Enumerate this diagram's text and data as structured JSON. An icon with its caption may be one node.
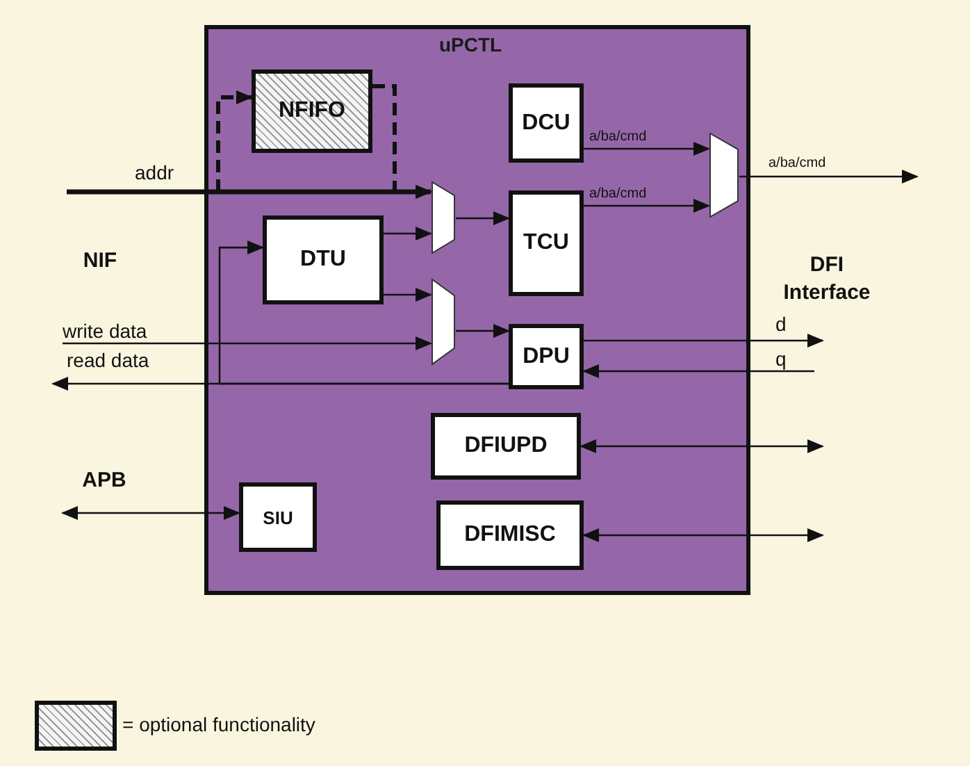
{
  "diagram": {
    "nodes": [
      {
        "text": [
          "uPCTL"
        ]
      },
      {
        "text": [
          "NFIFO"
        ],
        "in": 0
      },
      {
        "text": [
          "DCU"
        ],
        "in": 0
      },
      {
        "text": [
          "TCU"
        ],
        "in": 0
      },
      {
        "text": [],
        "shape": "trapezoid",
        "in": 0
      },
      {
        "text": [
          "DTU"
        ],
        "in": 0
      },
      {
        "text": [],
        "shape": "trapezoid",
        "in": 0
      },
      {
        "text": [
          "DPU"
        ],
        "in": 0
      },
      {
        "text": [],
        "shape": "trapezoid",
        "in": 0
      },
      {
        "text": [
          "DFIUPD"
        ],
        "in": 0
      },
      {
        "text": [
          "DFIMISC"
        ],
        "in": 0
      },
      {
        "text": [
          "SIU"
        ],
        "in": 0
      }
    ],
    "edges": [
      {
        "from": null,
        "to": 4,
        "arrow": "to",
        "label": "addr",
        "style": "thick"
      },
      {
        "from": null,
        "to": 1,
        "arrow": "to",
        "style": "dashed"
      },
      {
        "from": 1,
        "to": 4,
        "arrow": "to",
        "style": "dashed"
      },
      {
        "from": 5,
        "to": 4,
        "arrow": "to"
      },
      {
        "from": 5,
        "to": 6,
        "arrow": "to"
      },
      {
        "from": null,
        "to": 6,
        "arrow": "to",
        "label": "write data"
      },
      {
        "from": 4,
        "to": 3,
        "arrow": "to"
      },
      {
        "from": 6,
        "to": 7,
        "arrow": "to"
      },
      {
        "from": 2,
        "to": 8,
        "arrow": "to",
        "label": "a/ba/cmd"
      },
      {
        "from": 3,
        "to": 8,
        "arrow": "to",
        "label": "a/ba/cmd"
      },
      {
        "from": 8,
        "to": null,
        "arrow": "to",
        "label": "a/ba/cmd"
      },
      {
        "from": 7,
        "to": null,
        "arrow": "to",
        "label": "d"
      },
      {
        "from": null,
        "to": 7,
        "arrow": "to",
        "label": "q"
      },
      {
        "from": 7,
        "to": null,
        "arrow": "to",
        "label": "read data"
      },
      {
        "from": 7,
        "to": 5,
        "arrow": "to"
      },
      {
        "from": 9,
        "to": null,
        "arrow": "both"
      },
      {
        "from": 10,
        "to": null,
        "arrow": "both"
      },
      {
        "from": 11,
        "to": null,
        "arrow": "both"
      }
    ],
    "labels": [
      "NIF",
      "DFI Interface",
      "APB"
    ],
    "legend": [
      {
        "text": "= optional functionality"
      }
    ]
  }
}
